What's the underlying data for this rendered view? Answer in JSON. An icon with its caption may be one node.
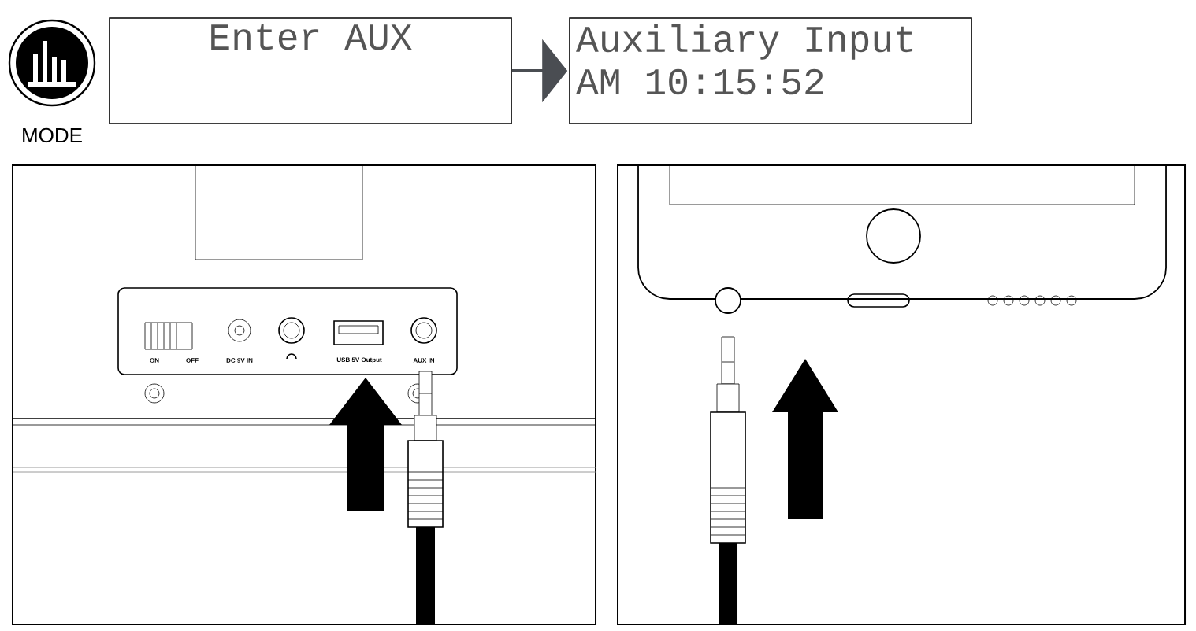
{
  "diagram": {
    "nodes": [
      {
        "text": [
          "Enter AUX"
        ]
      },
      {
        "text": [
          "Auxiliary Input",
          "AM 10:15:52"
        ]
      }
    ],
    "edges": [
      {
        "from": 0,
        "to": 1,
        "arrow": "to"
      }
    ],
    "labels": [
      "MODE",
      "ON",
      "OFF",
      "DC 9V IN",
      "USB 5V Output",
      "AUX IN"
    ]
  }
}
